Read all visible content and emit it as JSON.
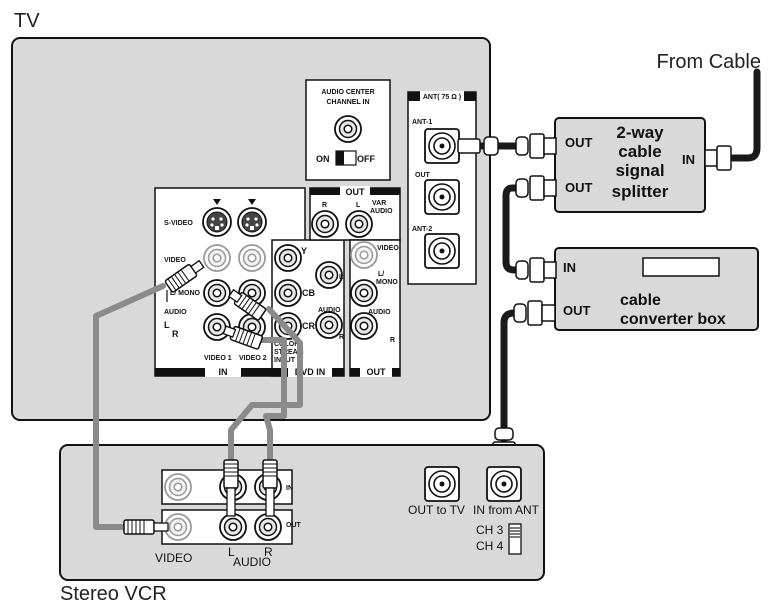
{
  "labels": {
    "tv": "TV",
    "from_cable": "From Cable",
    "stereo_vcr": "Stereo VCR"
  },
  "tv_panel": {
    "audio_center_line1": "AUDIO CENTER",
    "audio_center_line2": "CHANNEL IN",
    "on": "ON",
    "off": "OFF",
    "ant_header": "ANT( 75 Ω )",
    "ant1": "ANT-1",
    "ant_out": "OUT",
    "ant2": "ANT-2",
    "out_header": "OUT",
    "r": "R",
    "l": "L",
    "var_audio_1": "VAR",
    "var_audio_2": "AUDIO",
    "svideo": "S-VIDEO",
    "video": "VIDEO",
    "l_mono": "L/ MONO",
    "audio": "AUDIO",
    "l_label": "L",
    "r_label": "R",
    "video1": "VIDEO 1",
    "video2": "VIDEO 2",
    "in": "IN",
    "y": "Y",
    "cb": "CB",
    "cr": "CR",
    "color_stream_1": "COLOR",
    "color_stream_2": "STREAM",
    "color_stream_3": "INPUT",
    "dvd_in": "DVD IN",
    "dvd_l": "L",
    "dvd_audio": "AUDIO",
    "dvd_r": "R",
    "out2_video": "VIDEO",
    "out2_lmono_1": "L/",
    "out2_lmono_2": "MONO",
    "out2_audio": "AUDIO",
    "out2_r": "R",
    "out2_footer": "OUT"
  },
  "splitter": {
    "out1": "OUT",
    "out2": "OUT",
    "in": "IN",
    "line1": "2-way",
    "line2": "cable",
    "line3": "signal",
    "line4": "splitter"
  },
  "converter": {
    "in": "IN",
    "out": "OUT",
    "line1": "cable",
    "line2": "converter box"
  },
  "vcr": {
    "in": "IN",
    "out": "OUT",
    "video": "VIDEO",
    "l": "L",
    "r": "R",
    "audio": "AUDIO",
    "out_to_tv": "OUT to TV",
    "in_from_ant": "IN from ANT",
    "ch3": "CH 3",
    "ch4": "CH 4"
  },
  "colors": {
    "panel": "#d9d9d9",
    "cable_dark": "#1a1a1a",
    "cable_gray": "#8a8a8a",
    "outline": "#111111"
  }
}
